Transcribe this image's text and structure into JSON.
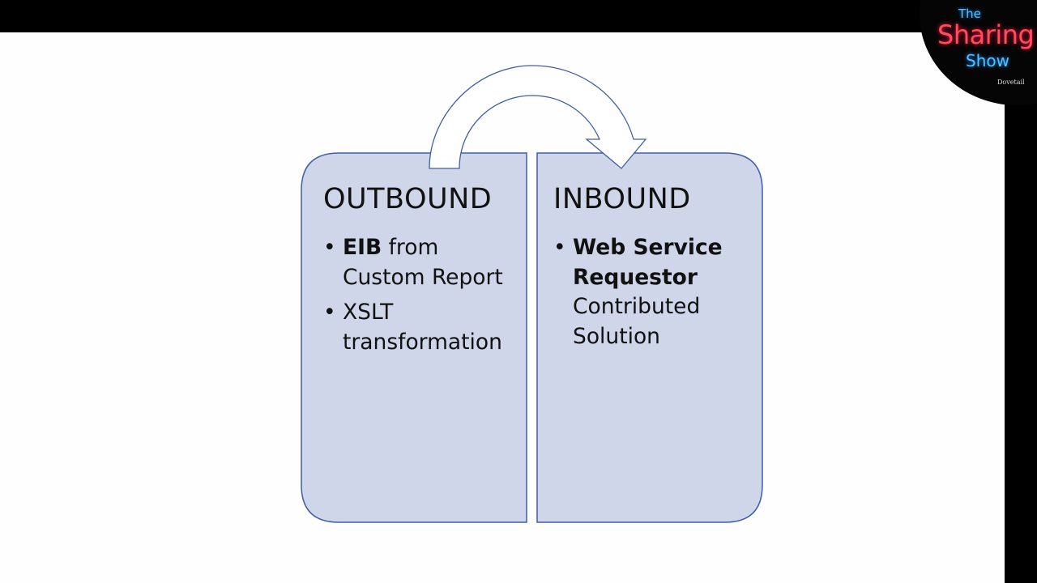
{
  "colors": {
    "panel_fill": "#cfd6e9",
    "panel_stroke": "#3e5fa5",
    "arrow_fill": "#ffffff",
    "slide_bg": "#fefefe",
    "frame_bg": "#000000"
  },
  "diagram": {
    "outbound": {
      "title": "OUTBOUND",
      "bullets": [
        {
          "bold": "EIB",
          "rest_line1": " from",
          "rest_line2": "Custom Report"
        },
        {
          "line1": "XSLT",
          "line2": "transformation"
        }
      ]
    },
    "inbound": {
      "title": "INBOUND",
      "bullets": [
        {
          "bold_line1": "Web Service",
          "bold_line2": "Requestor",
          "line3": "Contributed",
          "line4": "Solution"
        }
      ]
    },
    "arrow_icon": "curved-arrow-right-icon"
  },
  "logo": {
    "the": "The",
    "sharing": "Sharing",
    "show": "Show",
    "sponsor": "Dovetail"
  }
}
